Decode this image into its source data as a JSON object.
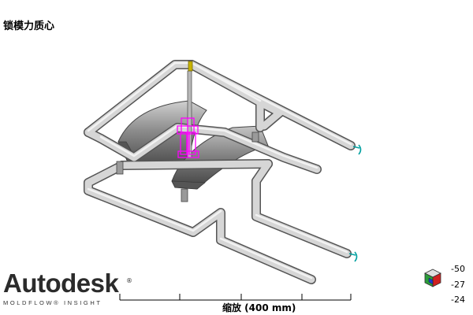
{
  "title": "锁模力质心",
  "logo": {
    "word": "Autodesk",
    "reg": "®",
    "subtitle": "MOLDFLOW® INSIGHT"
  },
  "scale": {
    "label": "缩放 (400 mm)"
  },
  "orientation": {
    "z": "-50",
    "y": "-27",
    "x": "-24"
  },
  "icons": {
    "triad": "orientation-triad-icon",
    "centroid": "clamp-force-centroid-marker"
  },
  "colors": {
    "pipe": "#c8c8c8",
    "part": "#8a8a8a",
    "centroid": "#ff00ff",
    "inlet": "#00a0a0",
    "gate": "#c8b400"
  }
}
